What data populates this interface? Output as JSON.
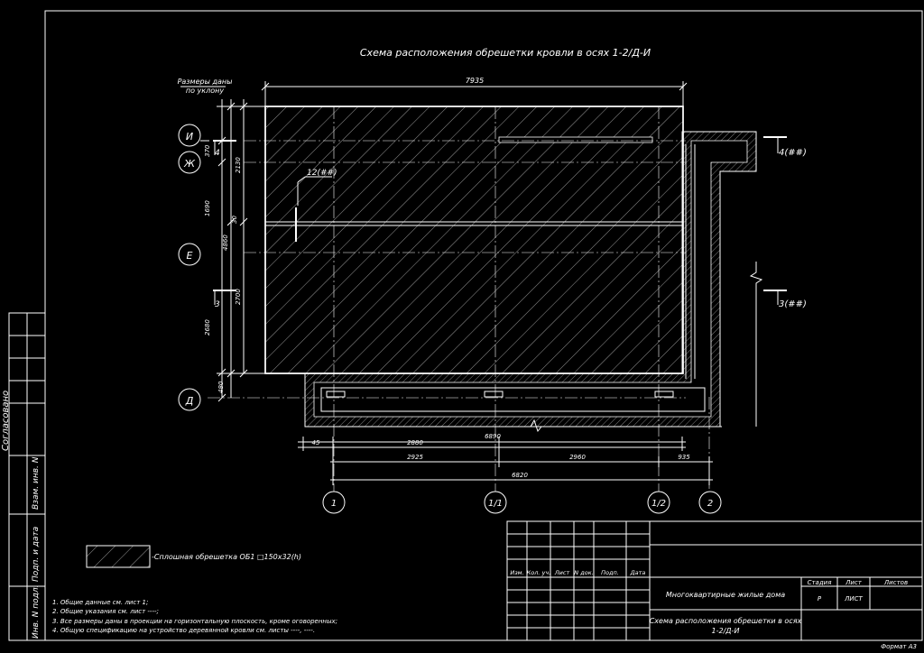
{
  "title": "Схема расположения обрешетки кровли в осях 1-2/Д-И",
  "slope_note": [
    "Размеры даны",
    "по уклону"
  ],
  "overall_dim": "7935",
  "axes_left": [
    "И",
    "Ж",
    "Е",
    "Д"
  ],
  "axes_bottom": [
    "1",
    "1/1",
    "1/2",
    "2"
  ],
  "left_dims": [
    "370",
    "2130",
    "1690",
    "30",
    "4860",
    "2700",
    "2680",
    "480"
  ],
  "bottom_dims": {
    "row1": [
      "45",
      "2880",
      "6890"
    ],
    "row2": [
      "2925",
      "2960",
      "935"
    ],
    "row3": [
      "6820"
    ]
  },
  "section_marks": {
    "s4_left": "4",
    "s4_right": "4(##)",
    "s3_left": "3",
    "s3_right": "3(##)",
    "node12": "12(##)"
  },
  "legend": "-Сплошная обрешетка ОБ1 □150х32(h)",
  "notes": [
    "1.  Общие данные см. лист 1;",
    "2.  Общие указания см. лист ----;",
    "3.  Все размеры даны в проекции на горизонтальную плоскость, кроме оговоренных;",
    "4.  Общую спецификацию на устройство деревянной кровли см. листы ----, ----."
  ],
  "side_stamp": [
    "Согласовано",
    "Взам. инв. N",
    "Подп. и дата",
    "Инв. N подл."
  ],
  "title_block": {
    "cols": [
      "Изм.",
      "Кол. уч.",
      "Лист",
      "N док.",
      "Подп.",
      "Дата"
    ],
    "project": "Многоквартирные жилые дома",
    "sheet_title_1": "Схема расположения обрешетки в осях",
    "sheet_title_2": "1-2/Д-И",
    "stage_label": "Стадия",
    "sheet_label": "Лист",
    "sheets_label": "Листов",
    "stage": "Р",
    "sheet": "ЛИСТ"
  },
  "format": "Формат А3"
}
